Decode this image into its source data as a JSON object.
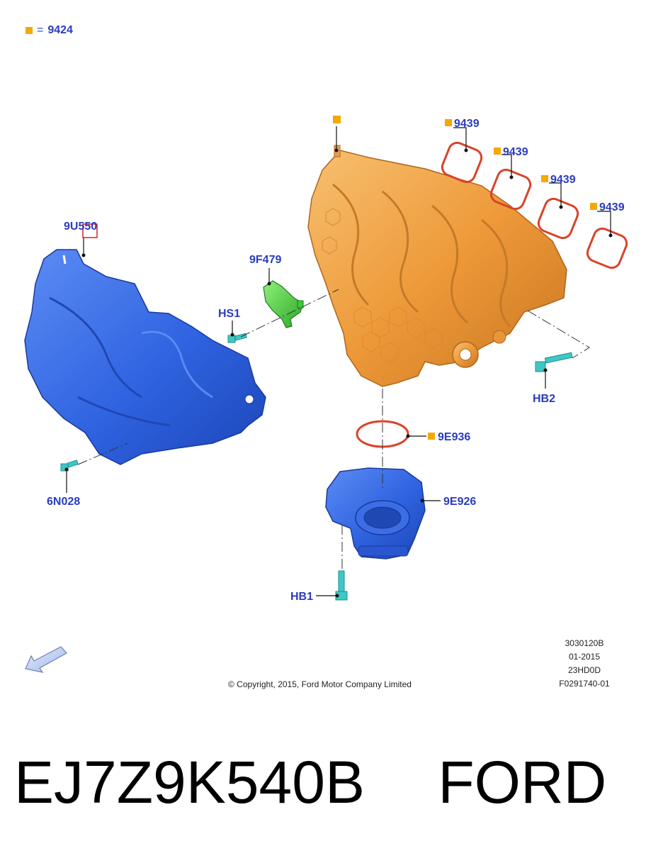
{
  "legend": {
    "symbol": "square",
    "equals": "=",
    "code": "9424",
    "symbol_color": "#f5a800"
  },
  "callouts": {
    "heat_shield": "9U550",
    "sensor": "9F479",
    "screw_hs1": "HS1",
    "bolt_hb2": "HB2",
    "bolt_6n028": "6N028",
    "oring": "9E936",
    "throttle_body": "9E926",
    "bolt_hb1": "HB1",
    "gasket_1": "9439",
    "gasket_2": "9439",
    "gasket_3": "9439",
    "gasket_4": "9439"
  },
  "meta": {
    "code_1": "3030120B",
    "date": "01-2015",
    "code_2": "23HD0D",
    "code_3": "F0291740-01",
    "copyright": "© Copyright, 2015, Ford Motor Company Limited"
  },
  "part": {
    "number": "EJ7Z9K540B",
    "brand": "FORD"
  },
  "colors": {
    "label": "#2b3bbf",
    "manifold": "#f0a040",
    "shield": "#2f63e0",
    "throttle": "#2d5fe0",
    "sensor": "#3ec83a",
    "gasket": "#d9432a",
    "fastener": "#3fc7c7",
    "marker": "#f5a800"
  }
}
